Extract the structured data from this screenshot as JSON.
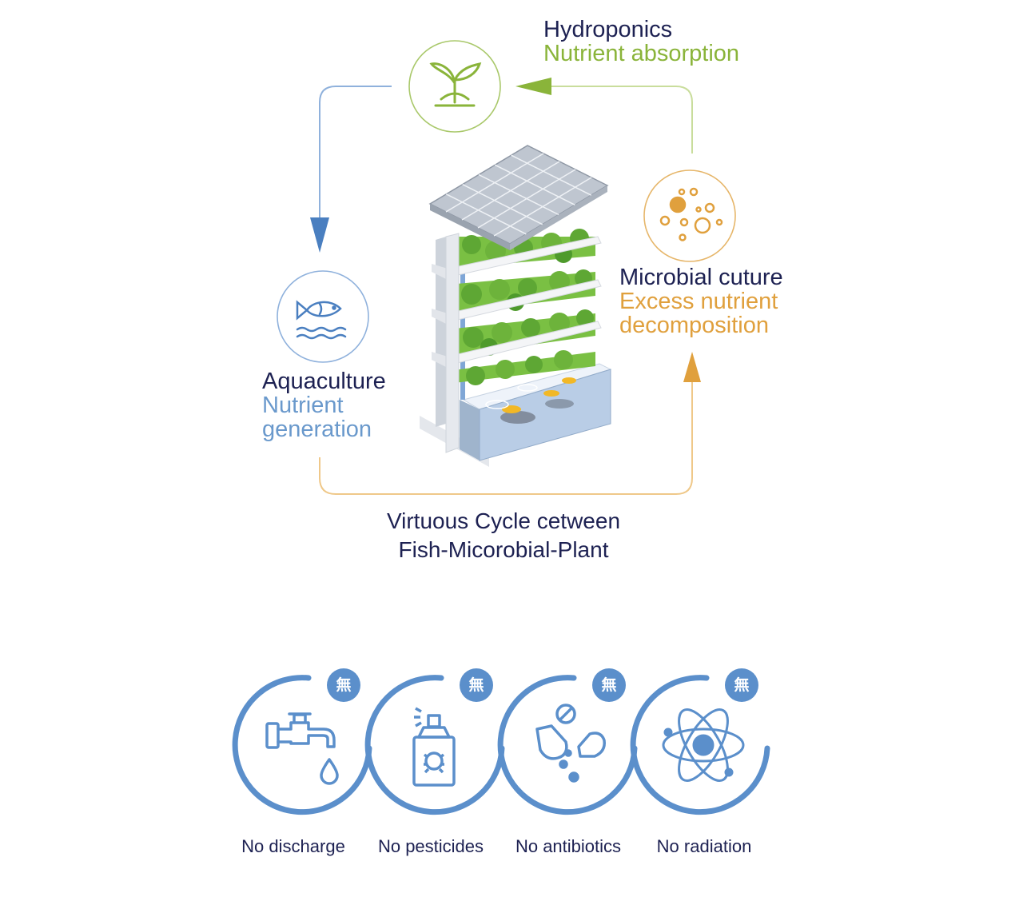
{
  "hydroponics": {
    "title": "Hydroponics",
    "subtitle": "Nutrient absorption"
  },
  "microbial": {
    "title": "Microbial cuture",
    "subtitle_1": "Excess nutrient",
    "subtitle_2": "decomposition"
  },
  "aquaculture": {
    "title": "Aquaculture",
    "subtitle_1": "Nutrient",
    "subtitle_2": "generation"
  },
  "caption": {
    "line_1": "Virtuous Cycle cetween",
    "line_2": "Fish-Micorobial-Plant"
  },
  "badges": [
    {
      "label": "No discharge",
      "icon": "faucet-icon",
      "mark": "無"
    },
    {
      "label": "No pesticides",
      "icon": "spray-bottle-icon",
      "mark": "無"
    },
    {
      "label": "No antibiotics",
      "icon": "pills-icon",
      "mark": "無"
    },
    {
      "label": "No radiation",
      "icon": "atom-icon",
      "mark": "無"
    }
  ],
  "colors": {
    "navy": "#1d2152",
    "green": "#8ab43a",
    "orange": "#e0a03d",
    "blue": "#5b8fcb"
  }
}
